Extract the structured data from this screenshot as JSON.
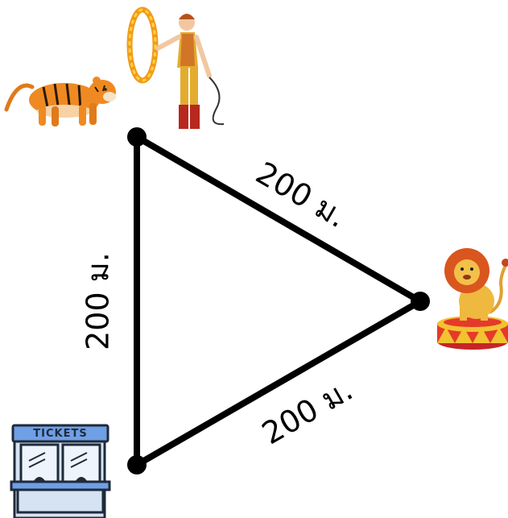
{
  "diagram": {
    "edges": [
      {
        "label": "200 ม."
      },
      {
        "label": "200 ม."
      },
      {
        "label": "200 ม."
      }
    ]
  },
  "ticket_booth": {
    "sign": "TICKETS"
  },
  "icons": [
    "tiger-icon",
    "ringmaster-icon",
    "lion-icon",
    "ticket-booth-icon"
  ]
}
